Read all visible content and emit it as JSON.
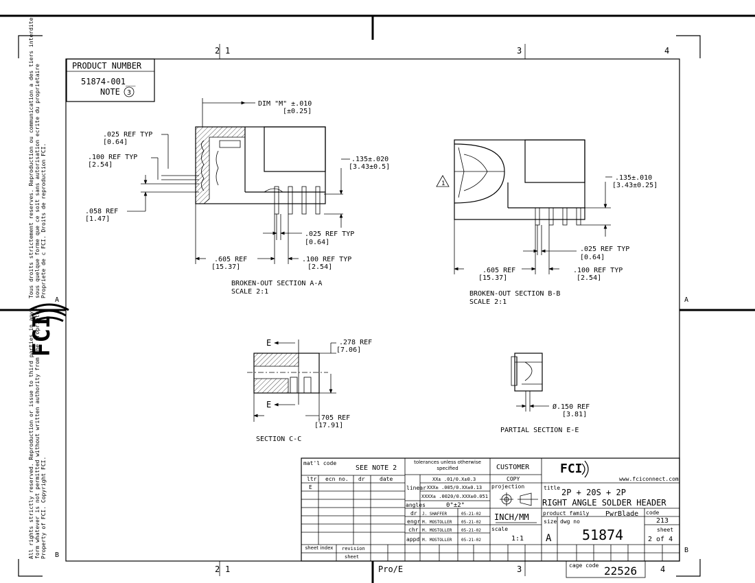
{
  "zones": {
    "top": [
      "1",
      "2",
      "3",
      "4"
    ],
    "bottom": [
      "1",
      "2",
      "3",
      "4"
    ],
    "side": [
      "A",
      "B"
    ]
  },
  "product_number": {
    "label": "PRODUCT NUMBER",
    "value": "51874-001__",
    "note": "NOTE",
    "note_num": "3"
  },
  "side_text_top": [
    "Tous droits strictement reserves. Reproduction ou communication a des tiers interdite",
    "sous quelque forme que ce soit sans autorisation ecrite du proprietaire",
    "Propriete de c FCI.  Droits de reproduction FCI."
  ],
  "side_text_bottom": [
    "All rights strictly reserved.  Reproduction or issue to third parties in any",
    "form whatever is not permitted without written authority from the proprietor.",
    "Property of FCI.  Copyright FCI."
  ],
  "logo": {
    "text": "FCI"
  },
  "section_aa": {
    "dim_m": "DIM \"M\" ±.010",
    "dim_m_mm": "[±0.25]",
    "d025": ".025  REF TYP",
    "d025_mm": "[0.64]",
    "d100": ".100  REF TYP",
    "d100_mm": "[2.54]",
    "d058": ".058  REF",
    "d058_mm": "[1.47]",
    "d135": ".135±.020",
    "d135_mm": "[3.43±0.5]",
    "d025b": ".025  REF TYP",
    "d025b_mm": "[0.64]",
    "d605": ".605  REF",
    "d605_mm": "[15.37]",
    "d100b": ".100  REF TYP",
    "d100b_mm": "[2.54]",
    "title": "BROKEN-OUT SECTION  A-A",
    "scale": "SCALE  2:1"
  },
  "section_bb": {
    "warn": "1",
    "d135": ".135±.010",
    "d135_mm": "[3.43±0.25]",
    "d025": ".025  REF TYP",
    "d025_mm": "[0.64]",
    "d605": ".605  REF",
    "d605_mm": "[15.37]",
    "d100": ".100  REF TYP",
    "d100_mm": "[2.54]",
    "title": "BROKEN-OUT SECTION  B-B",
    "scale": "SCALE  2:1"
  },
  "section_cc": {
    "e_label": "E",
    "d278": ".278  REF",
    "d278_mm": "[7.06]",
    "d705": ".705  REF",
    "d705_mm": "[17.91]",
    "title": "SECTION  C-C"
  },
  "section_ee": {
    "d150": "Ø.150  REF",
    "d150_mm": "[3.81]",
    "title": "PARTIAL SECTION  E-E"
  },
  "title_block": {
    "matl_label": "mat'l code",
    "matl_value": "SEE NOTE 2",
    "rev_headers": [
      "ltr",
      "ecn no.",
      "dr",
      "date"
    ],
    "rev_ltr": "E",
    "tol_header": "tolerances unless otherwise specified",
    "tol_linear_label": "linear",
    "tol_linear": [
      "XX± .01/0.X±0.3",
      "XXX± .005/0.XX±0.13",
      "XXXX± .0020/0.XXX±0.051"
    ],
    "tol_angles_label": "angles",
    "tol_angles": "0°±2°",
    "signoff": [
      {
        "role": "dr",
        "name": "J. SHAFFER",
        "date": "05-21-02"
      },
      {
        "role": "engr",
        "name": "M. MOSTOLLER",
        "date": "05-21-02"
      },
      {
        "role": "chr",
        "name": "M. MOSTOLLER",
        "date": "05-21-02"
      },
      {
        "role": "appd",
        "name": "M. MOSTOLLER",
        "date": "05-21-02"
      }
    ],
    "customer": "CUSTOMER",
    "copy": "COPY",
    "projection": "projection",
    "units": "INCH/MM",
    "scale_label": "scale",
    "scale": "1:1",
    "website": "www.fciconnect.com",
    "title_label": "title",
    "title1": "2P + 20S + 2P",
    "title2": "RIGHT ANGLE SOLDER HEADER",
    "family_label": "product family",
    "family": "PwrBlade",
    "code_label": "code",
    "code": "213",
    "size_label": "size",
    "size": "A",
    "dwg_label": "dwg no",
    "dwg": "51874",
    "sheet_label": "sheet",
    "sheet_value": "2 of 4",
    "sheet_index": "sheet index",
    "revision": "revision",
    "sheet": "sheet",
    "cage_label": "cage code",
    "cage": "22526",
    "software": "Pro/E"
  }
}
